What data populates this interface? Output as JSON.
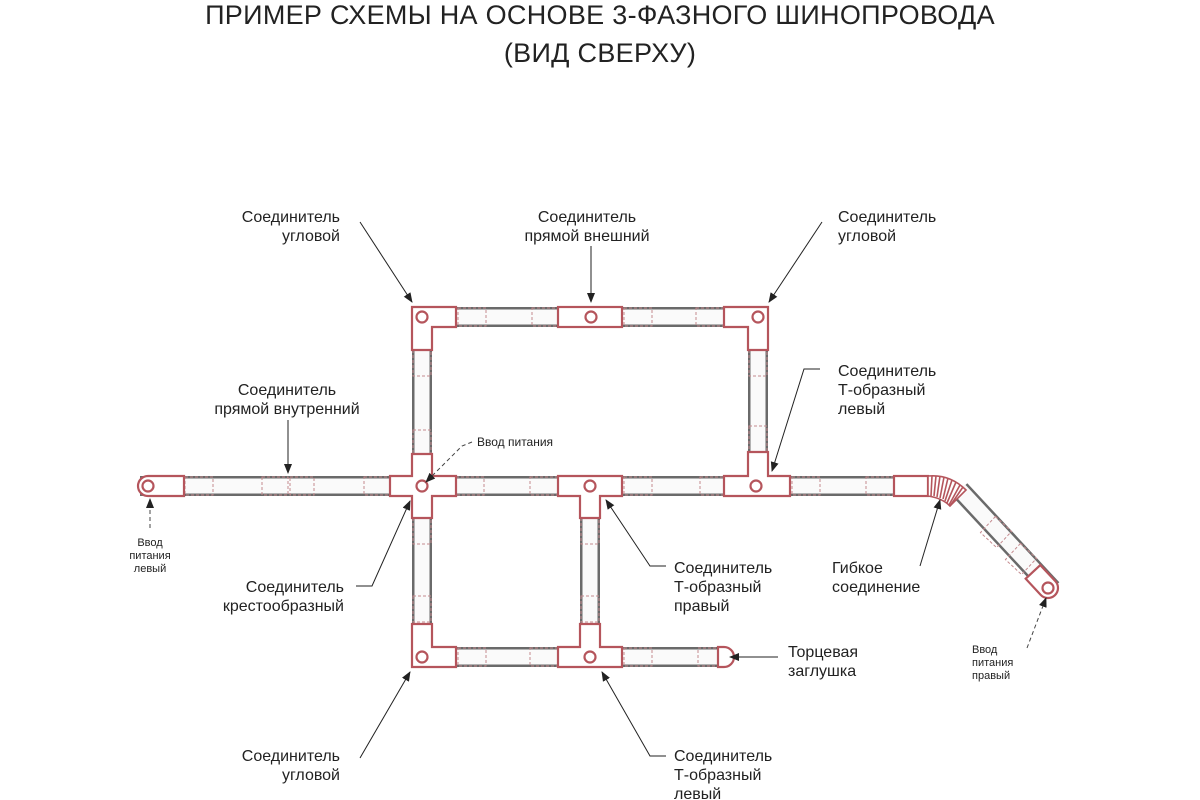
{
  "title": "ПРИМЕР СХЕМЫ НА ОСНОВЕ 3-ФАЗНОГО ШИНОПРОВОДА",
  "subtitle": "(ВИД СВЕРХУ)",
  "labels": {
    "corner_top_left": [
      "Соединитель",
      "угловой"
    ],
    "straight_external": [
      "Соединитель",
      "прямой внешний"
    ],
    "corner_top_right": [
      "Соединитель",
      "угловой"
    ],
    "straight_internal": [
      "Соединитель",
      "прямой внутренний"
    ],
    "power_input": "Ввод питания",
    "t_left_upper": [
      "Соединитель",
      "Т-образный",
      "левый"
    ],
    "power_input_left": [
      "Ввод",
      "питания",
      "левый"
    ],
    "cross": [
      "Соединитель",
      "крестообразный"
    ],
    "t_right": [
      "Соединитель",
      "Т-образный",
      "правый"
    ],
    "flexible": [
      "Гибкое",
      "соединение"
    ],
    "power_input_right": [
      "Ввод",
      "питания",
      "правый"
    ],
    "end_cap": [
      "Торцевая",
      "заглушка"
    ],
    "corner_bottom_left": [
      "Соединитель",
      "угловой"
    ],
    "t_left_lower": [
      "Соединитель",
      "Т-образный",
      "левый"
    ]
  },
  "colors": {
    "connector": "#b5555c",
    "rail": "#6a6a6a",
    "text": "#222222"
  }
}
